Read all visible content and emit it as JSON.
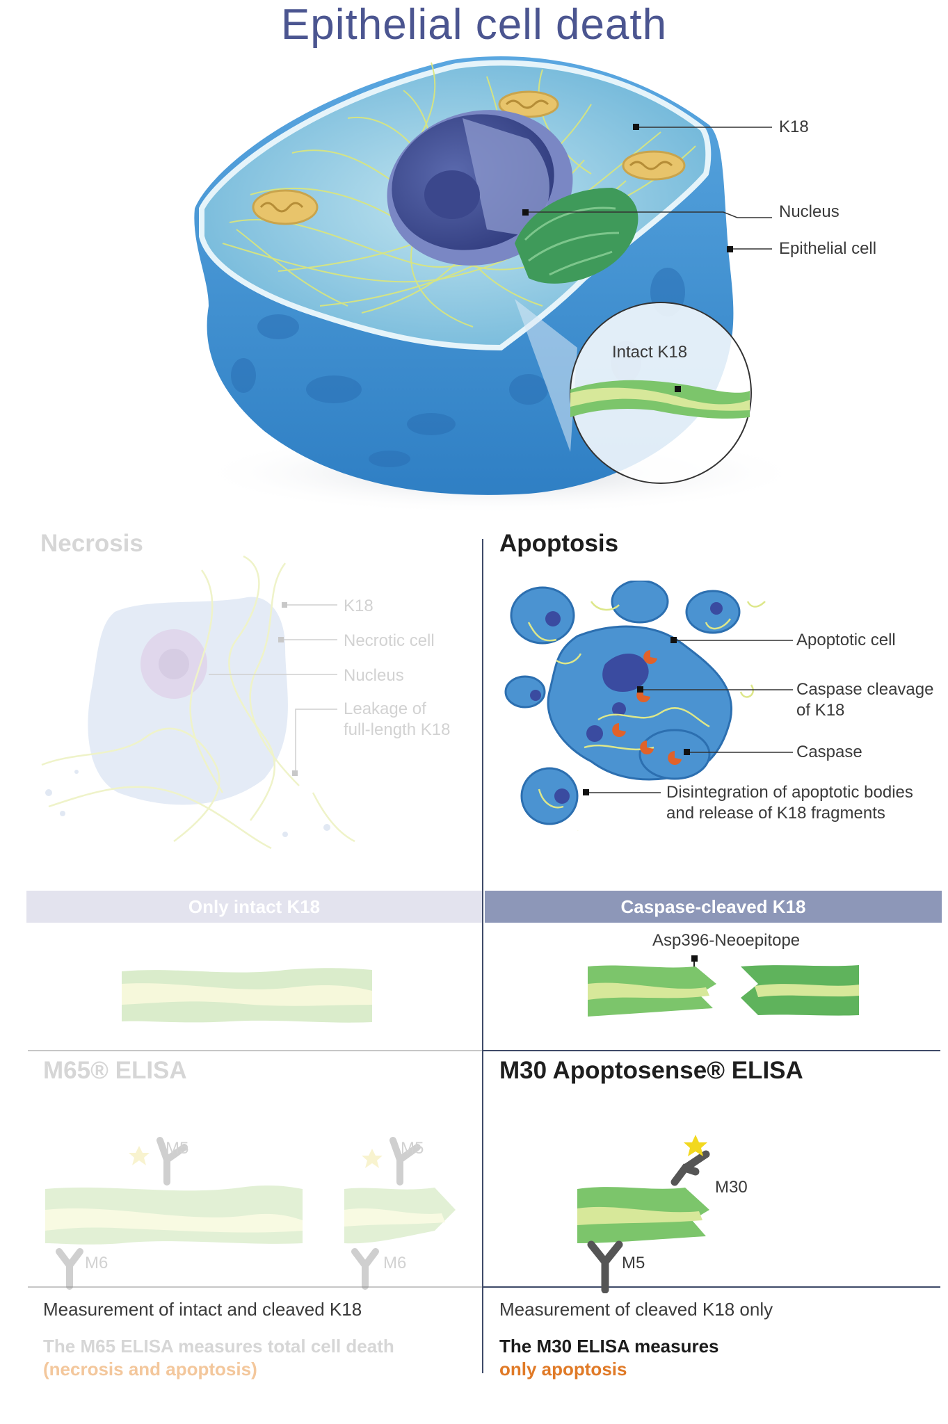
{
  "title": "Epithelial cell death",
  "cell": {
    "labels": {
      "k18": "K18",
      "nucleus": "Nucleus",
      "epithelial_cell": "Epithelial cell",
      "intact_k18": "Intact K18"
    }
  },
  "necrosis": {
    "heading": "Necrosis",
    "labels": {
      "k18": "K18",
      "necrotic_cell": "Necrotic cell",
      "nucleus": "Nucleus",
      "leakage_line1": "Leakage of",
      "leakage_line2": "full-length K18"
    },
    "bar": "Only intact K18",
    "elisa": {
      "heading": "M65® ELISA",
      "antibody_top": "M5",
      "antibody_bottom": "M6",
      "measurement": "Measurement of intact and cleaved K18",
      "conclusion_line1": "The M65 ELISA measures total cell death",
      "conclusion_line2": "(necrosis and apoptosis)"
    }
  },
  "apoptosis": {
    "heading": "Apoptosis",
    "labels": {
      "apoptotic_cell": "Apoptotic cell",
      "caspase_cleavage_line1": "Caspase cleavage",
      "caspase_cleavage_line2": "of K18",
      "caspase": "Caspase",
      "disintegration_line1": "Disintegration of apoptotic bodies",
      "disintegration_line2": "and release of K18 fragments"
    },
    "bar": "Caspase-cleaved K18",
    "neoepitope": "Asp396-Neoepitope",
    "elisa": {
      "heading": "M30 Apoptosense® ELISA",
      "antibody_top": "M30",
      "antibody_bottom": "M5",
      "measurement": "Measurement of cleaved K18 only",
      "conclusion_line1": "The M30 ELISA measures",
      "conclusion_line2": "only apoptosis"
    }
  },
  "colors": {
    "title": "#4b5590",
    "cell_blue": "#3f8fd0",
    "k18_green": "#8fc65c",
    "highlight_orange": "#e07a27",
    "bar_left": "#e3e3ee",
    "bar_right": "#8d97b8"
  }
}
